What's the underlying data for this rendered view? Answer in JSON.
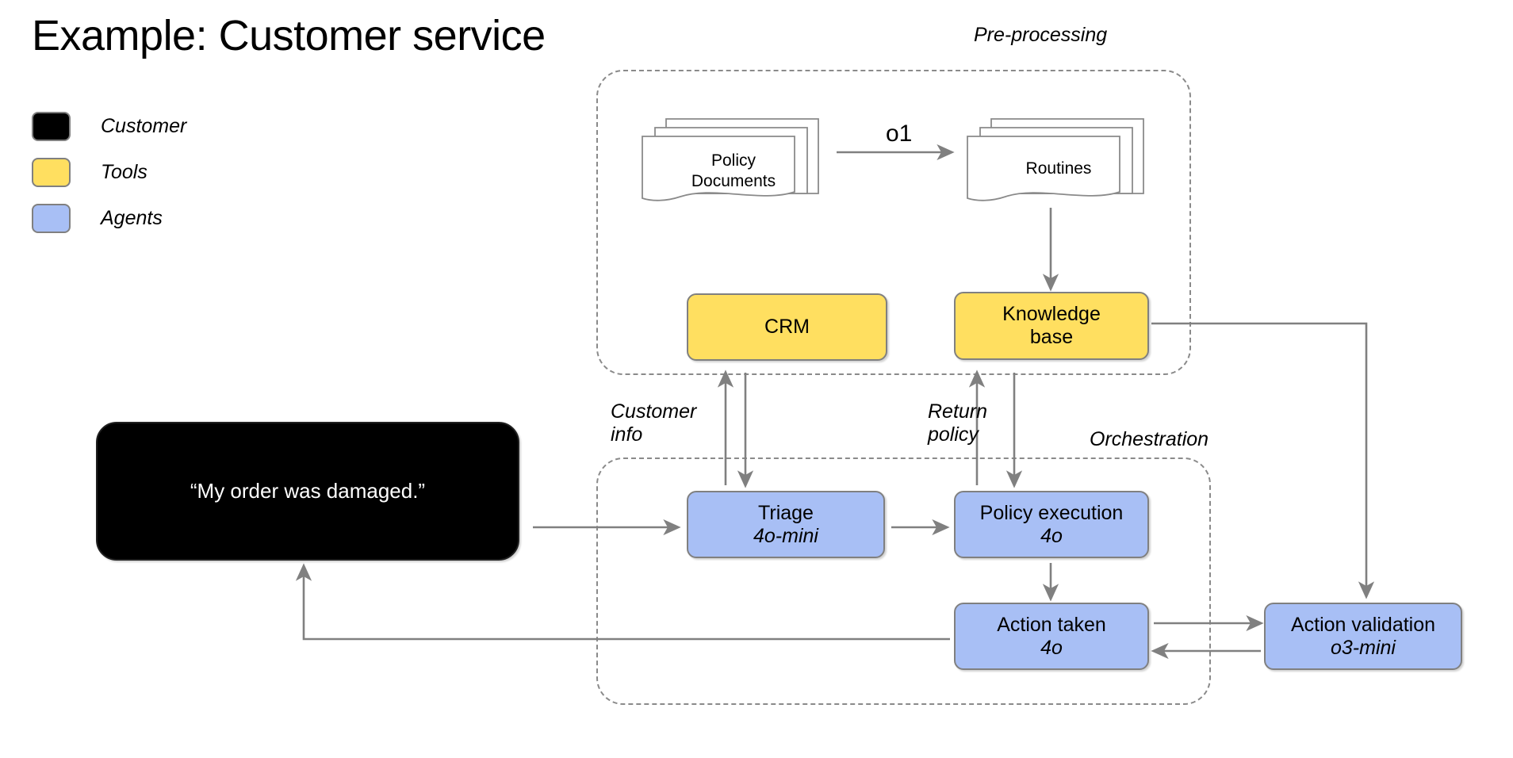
{
  "page": {
    "title": "Example: Customer service",
    "background": "#ffffff"
  },
  "legend": {
    "items": [
      {
        "label": "Customer",
        "color": "#000000"
      },
      {
        "label": "Tools",
        "color": "#FFDF60"
      },
      {
        "label": "Agents",
        "color": "#A8BFF5"
      }
    ]
  },
  "zones": [
    {
      "id": "preprocessing",
      "label": "Pre-processing"
    },
    {
      "id": "orchestration",
      "label": "Orchestration"
    }
  ],
  "nodes": {
    "policy_documents": {
      "label": "Policy\nDocuments",
      "line1": "Policy",
      "line2": "Documents",
      "type": "document-stack"
    },
    "routines": {
      "label": "Routines",
      "line1": "Routines",
      "type": "document-stack"
    },
    "crm": {
      "title": "CRM",
      "type": "tool",
      "color": "#FFDF60"
    },
    "knowledge_base": {
      "title": "Knowledge",
      "subtitle": "base",
      "type": "tool",
      "color": "#FFDF60"
    },
    "customer": {
      "title": "“My order was damaged.”",
      "type": "customer",
      "color": "#000000"
    },
    "triage": {
      "title": "Triage",
      "model": "4o-mini",
      "type": "agent",
      "color": "#A8BFF5"
    },
    "policy_execution": {
      "title": "Policy execution",
      "model": "4o",
      "type": "agent",
      "color": "#A8BFF5"
    },
    "action_taken": {
      "title": "Action taken",
      "model": "4o",
      "type": "agent",
      "color": "#A8BFF5"
    },
    "action_validation": {
      "title": "Action validation",
      "model": "o3-mini",
      "type": "agent",
      "color": "#A8BFF5"
    }
  },
  "edge_labels": {
    "o1": "o1",
    "customer_info_line1": "Customer",
    "customer_info_line2": "info",
    "return_policy_line1": "Return",
    "return_policy_line2": "policy"
  },
  "colors": {
    "tool": "#FFDF60",
    "agent": "#A8BFF5",
    "customer": "#000000",
    "stroke": "#808080",
    "zone_border": "#8a8a8a"
  }
}
